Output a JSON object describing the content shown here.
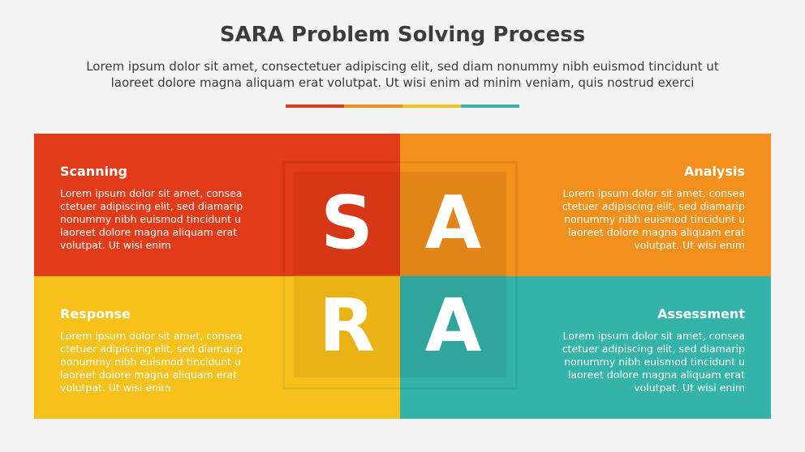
{
  "header": {
    "title": "SARA Problem Solving Process",
    "subtitle_lines": [
      "Lorem ipsum dolor sit amet, consectetuer adipiscing elit, sed diam nonummy nibh euismod tincidunt ut",
      "laoreet dolore magna aliquam erat volutpat. Ut wisi enim ad minim veniam, quis nostrud exerci"
    ]
  },
  "colors": {
    "red": "#e23b1a",
    "orange": "#f2901e",
    "yellow": "#f7c11c",
    "teal": "#34b3a8",
    "title_text": "#3c3c3c",
    "background": "#f3f3f3"
  },
  "quadrants": {
    "scanning": {
      "title": "Scanning",
      "lines": [
        "Lorem ipsum dolor sit amet, consea",
        "ctetuer adipiscing elit, sed diamarip",
        "nonummy nibh euismod tincidunt u",
        "laoreet dolore magna aliquam erat",
        "volutpat. Ut wisi enim"
      ]
    },
    "analysis": {
      "title": "Analysis",
      "lines": [
        "Lorem ipsum dolor sit amet, consea",
        "ctetuer adipiscing elit, sed diamarip",
        "nonummy nibh euismod tincidunt u",
        "laoreet dolore magna aliquam erat",
        "volutpat. Ut wisi enim"
      ]
    },
    "response": {
      "title": "Response",
      "lines": [
        "Lorem ipsum dolor sit amet, consea",
        "ctetuer adipiscing elit, sed diamarip",
        "nonummy nibh euismod tincidunt u",
        "laoreet dolore magna aliquam erat",
        "volutpat. Ut wisi enim"
      ]
    },
    "assessment": {
      "title": "Assessment",
      "lines": [
        "Lorem ipsum dolor sit amet, consea",
        "ctetuer adipiscing elit, sed diamarip",
        "nonummy nibh euismod tincidunt u",
        "laoreet dolore magna aliquam erat",
        "volutpat. Ut wisi enim"
      ]
    }
  },
  "center_letters": [
    "S",
    "A",
    "R",
    "A"
  ]
}
